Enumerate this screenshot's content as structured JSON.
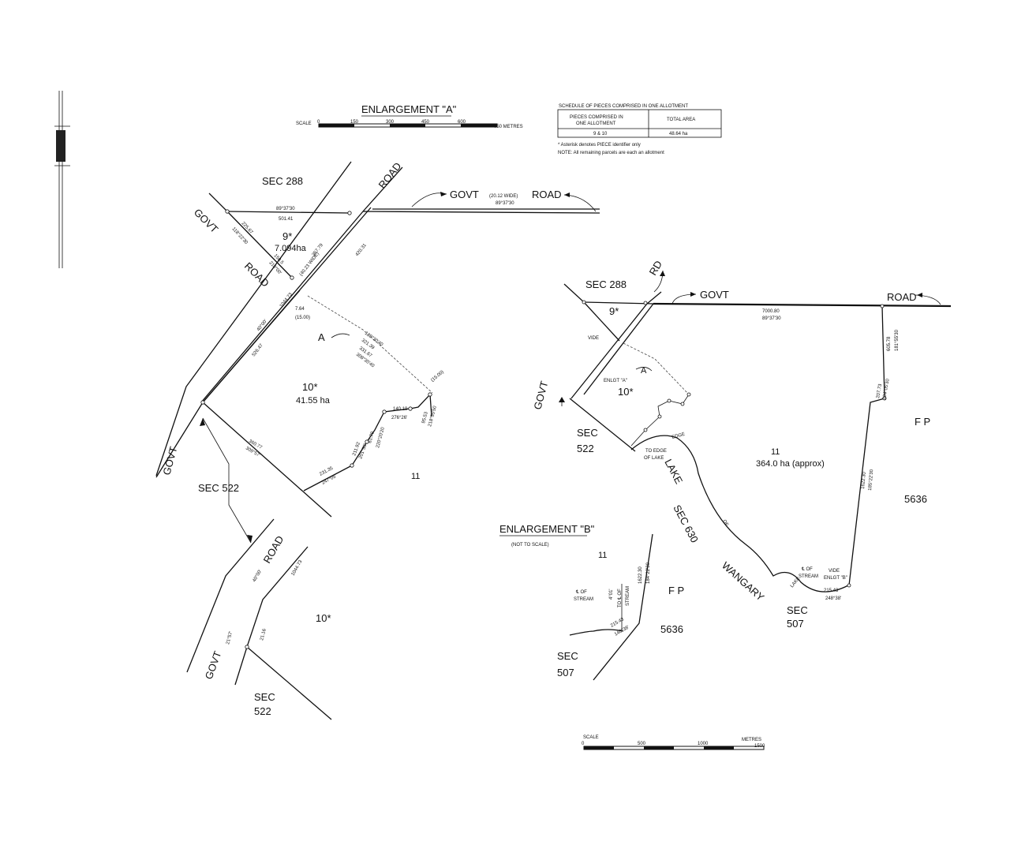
{
  "enlargement_a": {
    "title": "ENLARGEMENT \"A\"",
    "scale_label": "SCALE",
    "scale_ticks": [
      "0",
      "150",
      "300",
      "450",
      "600",
      "750 METRES"
    ]
  },
  "schedule": {
    "title": "SCHEDULE OF PIECES COMPRISED IN ONE ALLOTMENT",
    "col1_header_line1": "PIECES COMPRISED IN",
    "col1_header_line2": "ONE ALLOTMENT",
    "col2_header": "TOTAL AREA",
    "row_pieces": "9 & 10",
    "row_area": "48.64 ha",
    "note1": "* Asterisk denotes PIECE identifier only",
    "note2": "NOTE: All remaining parcels are each an allotment"
  },
  "left": {
    "sec288": "SEC 288",
    "road_top": "ROAD",
    "govt_road_label": "GOVT",
    "road_width": "(20.12 WIDE)",
    "road_right": "ROAD",
    "bearing_top": "89°37'30",
    "bearing_under_road": "89°37'30",
    "dist_top": "501.41",
    "govt_left": "GOVT",
    "road_left": "ROAD",
    "piece9": "9*",
    "piece9_area": "7.094ha",
    "dist_diag1": "225.67",
    "bearing_diag1": "118°22'30",
    "dist_diag2": "158.5",
    "bearing_diag2": "210°00'",
    "road_width_diag": "(40.23 WIDE)",
    "dist_edge": "357.79",
    "dist_edge2": "420.31",
    "dist_mid": "1044.73",
    "bearing_mid": "40°00'",
    "dist_mid2": "526.47",
    "dist_small": "7.64",
    "width_small": "(15.00)",
    "label_a": "A",
    "dash_bearing": "128°30'40",
    "dash_dist1": "321.39",
    "dash_dist2": "331.67",
    "dash_bearing2": "308°30'40",
    "dist_1500": "(15.00)",
    "piece10": "10*",
    "piece10_area": "41.55 ha",
    "bnd1": "140.19",
    "bnd2": "276°26'",
    "bnd3": "95.53",
    "bnd4": "218°55'50",
    "bnd5": "61.79",
    "bnd6": "220°20'20",
    "bnd7": "211.92",
    "bnd8": "201°55'",
    "bnd9": "231.35",
    "bnd10": "247°05'",
    "bnd11": "360.77",
    "bnd12": "309°57'",
    "govt_bottom": "GOVT",
    "sec522": "SEC 522",
    "lot11": "11",
    "road_lower": "ROAD",
    "lower_bearing": "40°00'",
    "lower_dist": "1044.73",
    "lower_bearing2": "21°57'",
    "lower_dist2": "21.16",
    "piece10_lower": "10*",
    "govt_lower": "GOVT",
    "sec522_lower_line1": "SEC",
    "sec522_lower_line2": "522"
  },
  "right": {
    "sec288": "SEC 288",
    "rd": "RD",
    "govt": "GOVT",
    "road": "ROAD",
    "piece9": "9*",
    "dist_top": "7000.80",
    "bearing_top": "89°37'30",
    "vide": "VIDE",
    "enlgt_a": "ENLGT \"A\"",
    "label_a": "A",
    "piece10": "10*",
    "govt_left": "GOVT",
    "sec522_line1": "SEC",
    "sec522_line2": "522",
    "to_edge_line1": "TO EDGE",
    "to_edge_line2": "OF LAKE",
    "edge": "EDGE",
    "lake": "LAKE",
    "sec630": "SEC 630",
    "of": "OF",
    "wangary": "WANGARY",
    "lot11": "11",
    "lot11_area": "364.0 ha (approx)",
    "fp": "F P",
    "fp_num": "5636",
    "east_dist1": "605.78",
    "east_bearing1": "181°55'30",
    "east_dist2": "207.73",
    "east_bearing2": "224°05'30",
    "east_dist3": "1622.30",
    "east_bearing3": "185°22'30",
    "stream_cl": "℄ OF",
    "stream": "STREAM",
    "vide2": "VIDE",
    "enlgt_b": "ENLGT \"B\"",
    "lake_small": "LAKE",
    "south_dist": "215.43",
    "south_bearing": "248°38'",
    "sec507_line1": "SEC",
    "sec507_line2": "507"
  },
  "enlargement_b": {
    "title": "ENLARGEMENT \"B\"",
    "subtitle": "(NOT TO SCALE)",
    "lot11": "11",
    "stream_cl1": "℄ OF",
    "stream1": "STREAM",
    "bearing_stream": "4°01'",
    "to_cl": "TO ℄ OF",
    "stream2": "STREAM",
    "dist": "1622.30",
    "bearing": "184°22'30",
    "dist2": "215.43",
    "bearing2": "148°38'",
    "fp": "F P",
    "fp_num": "5636",
    "sec507_line1": "SEC",
    "sec507_line2": "507"
  },
  "bottom_scale": {
    "label": "SCALE",
    "unit": "METRES",
    "ticks": [
      "0",
      "500",
      "1000",
      "1500"
    ]
  }
}
